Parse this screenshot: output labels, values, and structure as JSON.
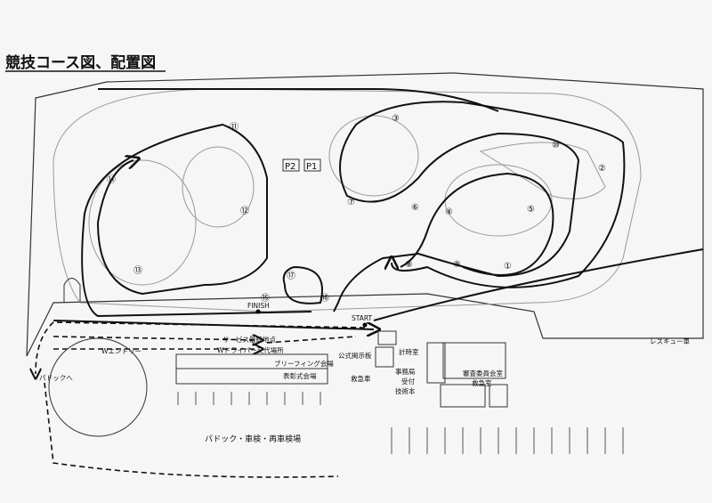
{
  "title": "競技コース図、配置図",
  "parking": [
    "P2",
    "P1"
  ],
  "markers": [
    "①",
    "②",
    "③",
    "④",
    "⑤",
    "⑥",
    "⑦",
    "⑧",
    "⑨",
    "⑩",
    "⑪",
    "⑫",
    "⑬",
    "⑭",
    "⑮",
    "⑯",
    "⑰"
  ],
  "labels": {
    "start": "START",
    "finish": "FINISH",
    "service": "サービス最終地点",
    "driver_change": "Wドライバー交代場所",
    "briefing": "ブリーフィング会場",
    "award": "表彰式会場",
    "board": "公式掲示板",
    "ambulance": "救急車",
    "timing": "計時室",
    "office": "事務局",
    "reception": "受付",
    "tech": "技術本",
    "steward": "審査委員会室",
    "medical": "救急室",
    "rescue": "レスキュー車",
    "w_entry": "Wエントリー",
    "to_paddock": "パドックへ",
    "paddock": "パドック・車検・再車検場"
  }
}
